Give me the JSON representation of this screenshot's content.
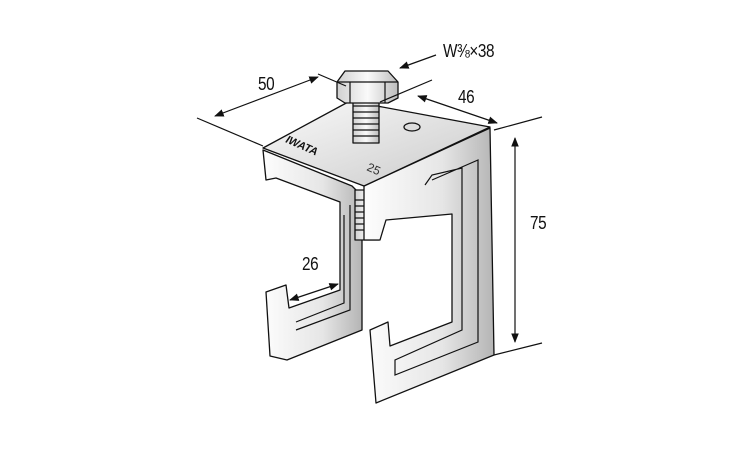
{
  "title": "Beam clamp dimension drawing",
  "brand_mark": "IWATA",
  "size_mark": "25",
  "dimensions": {
    "width_top": "50",
    "depth_top": "46",
    "height": "75",
    "jaw_opening": "26",
    "bolt": "W⅜×38"
  },
  "colors": {
    "line": "#111111",
    "metal_light": "#f4f4f4",
    "metal_dark": "#b8b8b8"
  }
}
